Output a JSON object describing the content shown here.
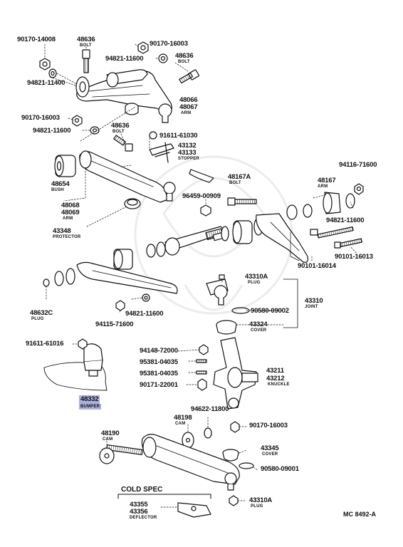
{
  "labels": {
    "p90170_14008": "90170-14008",
    "p48636_a": "48636",
    "c_bolt_a": "BOLT",
    "p90170_16003_a": "90170-16003",
    "p94821_11600_a": "94821-11600",
    "p48636_b": "48636",
    "c_bolt_b": "BOLT",
    "p94821_11400": "94821-11400",
    "p48066": "48066",
    "p48067": "48067",
    "c_arm_a": "ARM",
    "p90170_16003_b": "90170-16003",
    "p48636_c": "48636",
    "c_bolt_c": "BOLT",
    "p94821_11600_b": "94821-11600",
    "p91611_61030": "91611-61030",
    "p43132": "43132",
    "p43133": "43133",
    "c_stopper": "STOPPER",
    "p48654": "48654",
    "c_bush": "BUSH",
    "p48068": "48068",
    "p48069": "48069",
    "c_arm_b": "ARM",
    "p43348": "43348",
    "c_protector": "PROTECTOR",
    "p48167a": "48167A",
    "c_bolt_d": "BOLT",
    "p96459": "96459-00909",
    "p48167": "48167",
    "c_arm_c": "ARM",
    "p94116_71600_a": "94116-71600",
    "p94821_11600_c": "94821-11600",
    "p90101_16013": "90101-16013",
    "p90101_16014": "90101-16014",
    "p43310a_a": "43310A",
    "c_plug_a": "PLUG",
    "p43310": "43310",
    "c_joint": "JOINT",
    "p90580_09002": "90580-09002",
    "p43324": "43324",
    "c_cover_a": "COVER",
    "p48632c": "48632C",
    "c_plug_b": "PLUG",
    "p94821_11600_d": "94821-11600",
    "p94115_71600": "94115-71600",
    "p91611_61016": "91611-61016",
    "p94148_72000": "94148-72000",
    "p95381_04035_a": "95381-04035",
    "p95381_04035_b": "95381-04035",
    "p90171_22001": "90171-22001",
    "p43211": "43211",
    "p43212": "43212",
    "c_knuckle": "KNUCKLE",
    "p48332": "48332",
    "c_bumper": "BUMPER",
    "p94622_11800": "94622-11800",
    "p48198": "48198",
    "c_cam_a": "CAM",
    "p90170_16003_c": "90170-16003",
    "p48190": "48190",
    "c_cam_b": "CAM",
    "p43345": "43345",
    "c_cover_b": "COVER",
    "p90580_09001": "90580-09001",
    "cold_spec": "COLD SPEC",
    "p43355": "43355",
    "p43356": "43356",
    "c_deflector": "DEFLECTOR",
    "p43310a_b": "43310A",
    "c_plug_c": "PLUG",
    "ref": "MC 8492-A"
  }
}
